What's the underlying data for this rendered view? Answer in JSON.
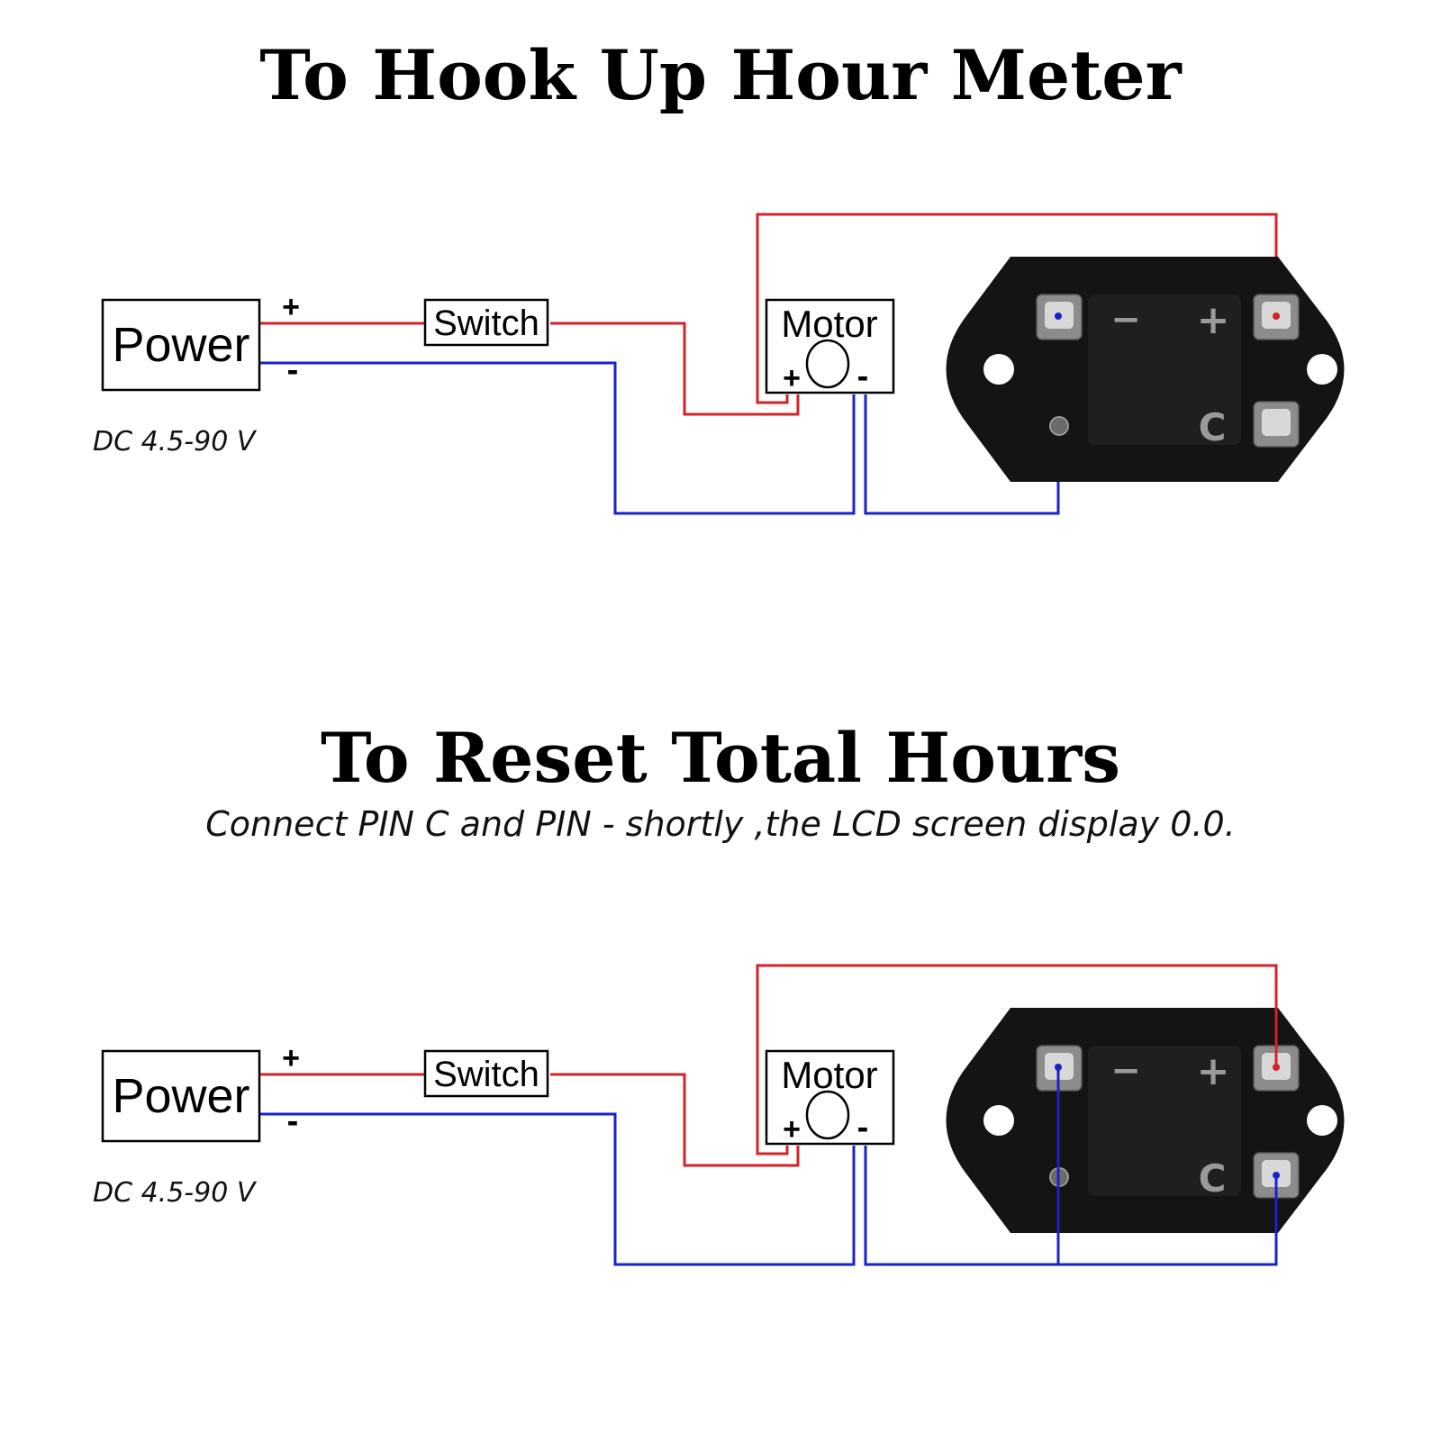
{
  "section1": {
    "title": "To Hook Up Hour Meter"
  },
  "section2": {
    "title": "To Reset Total Hours",
    "subtitle": "Connect PIN C and PIN - shortly ,the LCD screen display 0.0."
  },
  "components": {
    "power_label": "Power",
    "switch_label": "Switch",
    "motor_label": "Motor",
    "plus": "+",
    "minus": "-",
    "voltage": "DC 4.5-90 V",
    "meter_minus": "−",
    "meter_plus": "+",
    "meter_c": "C"
  },
  "colors": {
    "positive_wire": "#d2232a",
    "negative_wire": "#1a23c8",
    "meter_body": "#141414"
  }
}
